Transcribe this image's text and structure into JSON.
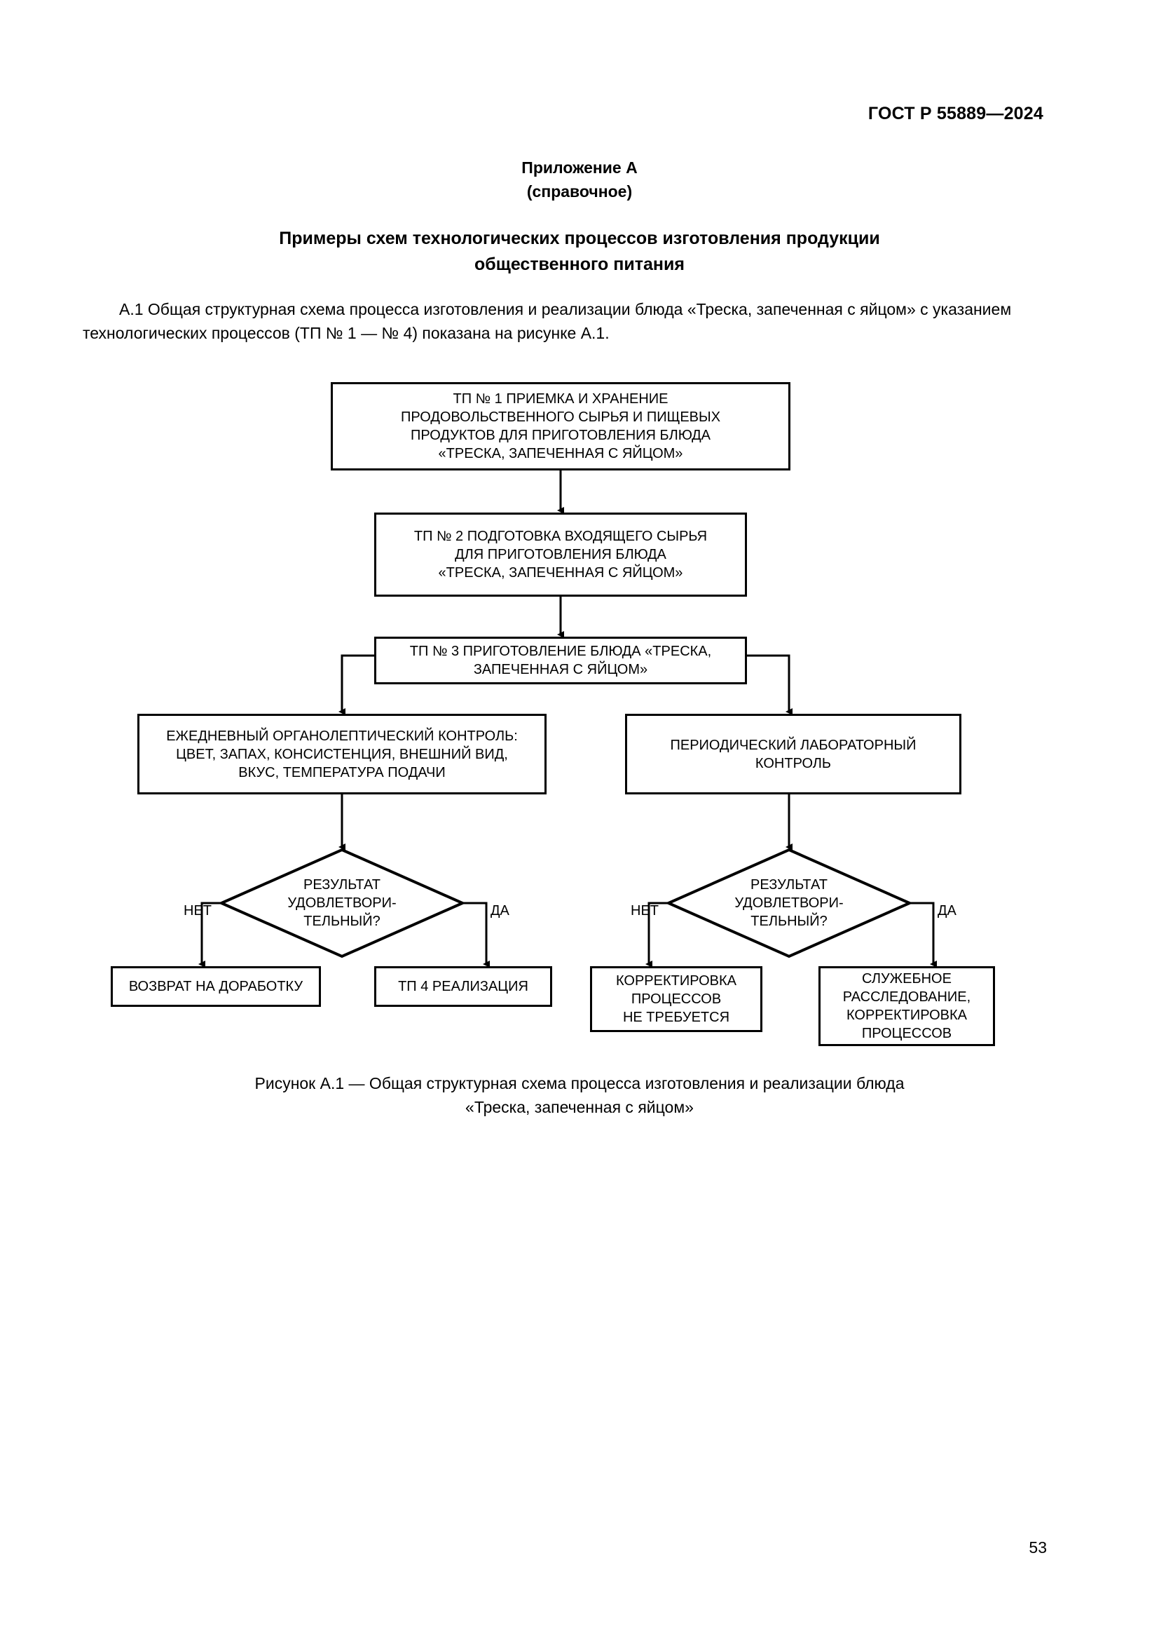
{
  "header": {
    "standard_ref": "ГОСТ Р 55889—2024"
  },
  "appendix": {
    "label": "Приложение А",
    "kind": "(справочное)",
    "title_line1": "Примеры схем технологических процессов изготовления продукции",
    "title_line2": "общественного питания"
  },
  "intro": {
    "line1": "А.1 Общая структурная схема процесса изготовления и реализации блюда «Треска, запеченная с яйцом» с",
    "line2": "указанием технологических процессов (ТП № 1 — № 4) показана на рисунке А.1."
  },
  "flowchart": {
    "nodes": {
      "tp1": "ТП № 1 ПРИЕМКА И ХРАНЕНИЕ\nПРОДОВОЛЬСТВЕННОГО  СЫРЬЯ И ПИЩЕВЫХ\nПРОДУКТОВ ДЛЯ ПРИГОТОВЛЕНИЯ  БЛЮДА\n«ТРЕСКА, ЗАПЕЧЕННАЯ С ЯЙЦОМ»",
      "tp2": "ТП № 2 ПОДГОТОВКА ВХОДЯЩЕГО СЫРЬЯ\nДЛЯ ПРИГОТОВЛЕНИЯ БЛЮДА\n«ТРЕСКА, ЗАПЕЧЕННАЯ С ЯЙЦОМ»",
      "tp3": "ТП № 3 ПРИГОТОВЛЕНИЕ БЛЮДА «ТРЕСКА,\nЗАПЕЧЕННАЯ С ЯЙЦОМ»",
      "daily_control": "ЕЖЕДНЕВНЫЙ ОРГАНОЛЕПТИЧЕСКИЙ КОНТРОЛЬ:\nЦВЕТ, ЗАПАХ, КОНСИСТЕНЦИЯ, ВНЕШНИЙ ВИД,\nВКУС, ТЕМПЕРАТУРА ПОДАЧИ",
      "lab_control": "ПЕРИОДИЧЕСКИЙ ЛАБОРАТОРНЫЙ\nКОНТРОЛЬ",
      "decision_left": "РЕЗУЛЬТАТ\nУДОВЛЕТВОРИ-\nТЕЛЬНЫЙ?",
      "decision_right": "РЕЗУЛЬТАТ\nУДОВЛЕТВОРИ-\nТЕЛЬНЫЙ?",
      "return_rework": "ВОЗВРАТ НА ДОРАБОТКУ",
      "tp4": "ТП 4 РЕАЛИЗАЦИЯ",
      "no_correction": "КОРРЕКТИРОВКА\nПРОЦЕССОВ\nНЕ ТРЕБУЕТСЯ",
      "investigation": "СЛУЖЕБНОЕ\nРАССЛЕДОВАНИЕ,\nКОРРЕКТИРОВКА\nПРОЦЕССОВ"
    },
    "edge_labels": {
      "left_no": "НЕТ",
      "left_yes": "ДА",
      "right_no": "НЕТ",
      "right_yes": "ДА"
    }
  },
  "figure": {
    "caption_line1": "Рисунок А.1 — Общая структурная схема процесса изготовления и реализации блюда",
    "caption_line2": "«Треска, запеченная с яйцом»"
  },
  "footer": {
    "page_number": "53"
  }
}
